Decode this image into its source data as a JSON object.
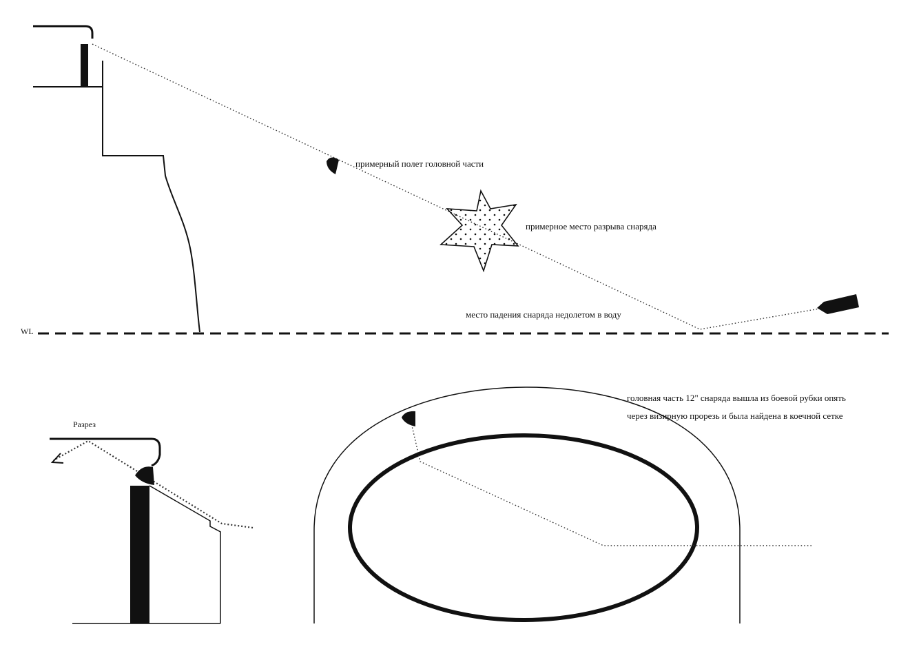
{
  "labels": {
    "head_flight": "примерный полет головной части",
    "burst_place": "примерное место разрыва снаряда",
    "water_impact": "место падения снаряда недолетом в воду",
    "waterline": "WL",
    "section": "Разрез",
    "head_found_line1": "головная часть 12\" снаряда вышла из боевой рубки опять",
    "head_found_line2": "через визирную прорезь и была найдена в коечной сетке"
  },
  "colors": {
    "ink": "#111111",
    "paper": "#ffffff"
  },
  "icons": {
    "shell_head": "shell-head-icon",
    "burst": "burst-star-icon",
    "shell": "shell-icon"
  }
}
